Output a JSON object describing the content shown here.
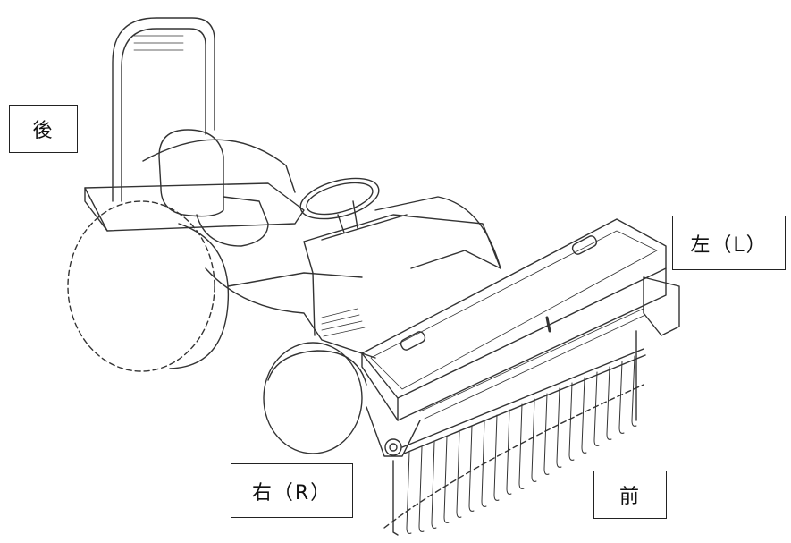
{
  "labels": {
    "rear": "後",
    "left": "左（L）",
    "right": "右（R）",
    "front": "前"
  }
}
